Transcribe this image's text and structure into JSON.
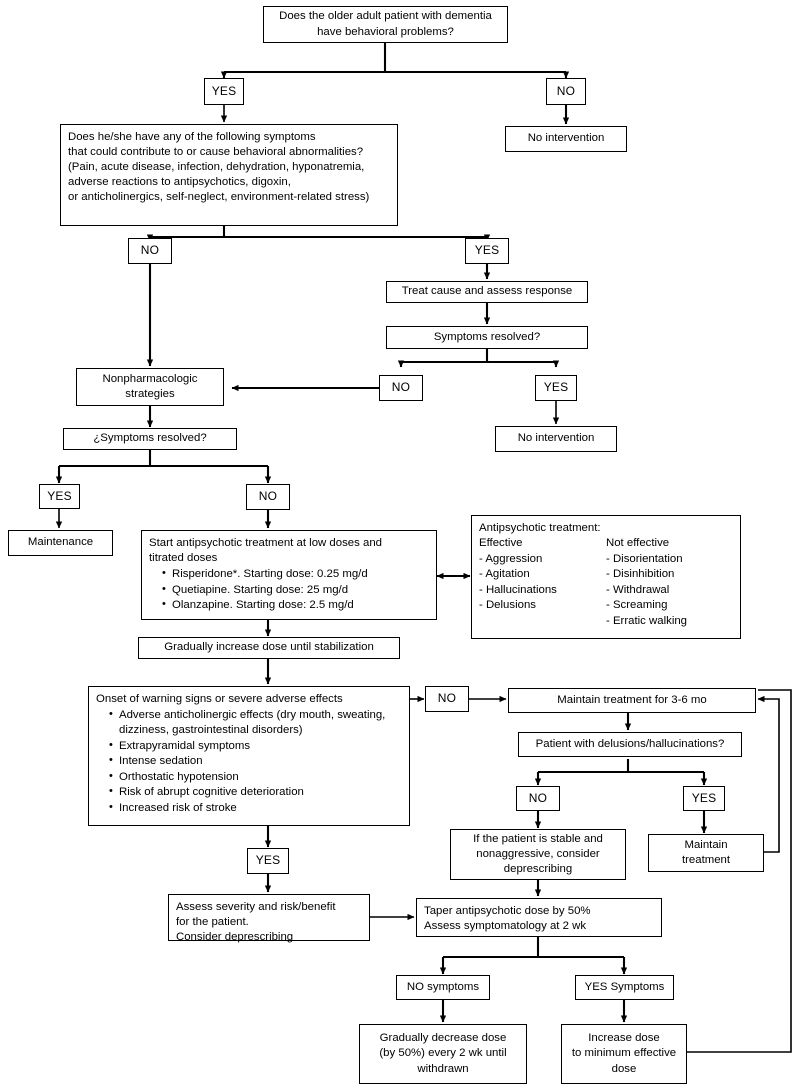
{
  "title": "Management algorithm for behavioral problems in older adults with dementia",
  "colors": {
    "line": "#000000",
    "box_border": "#000000",
    "background": "#ffffff",
    "text": "#000000"
  },
  "nodes": {
    "start_question": "Does the older adult patient with dementia\nhave behavioral problems?",
    "yes_1": "YES",
    "no_1": "NO",
    "no_intervention_1": "No intervention",
    "symptoms_question": {
      "l1": "Does he/she have any of the following symptoms",
      "l2": "that could contribute to or cause behavioral abnormalities?",
      "l3": "(Pain, acute disease, infection, dehydration, hyponatremia,",
      "l4": "adverse reactions to antipsychotics, digoxin,",
      "l5": "or anticholinergics, self-neglect, environment-related stress)"
    },
    "no_2": "NO",
    "yes_2": "YES",
    "treat_cause": "Treat cause and assess response",
    "symptoms_resolved_1": "Symptoms resolved?",
    "no_3": "NO",
    "yes_3": "YES",
    "no_intervention_2": "No intervention",
    "nonpharmacologic": "Nonpharmacologic\nstrategies",
    "symptoms_resolved_2": "¿Symptoms resolved?",
    "yes_4": "YES",
    "no_4": "NO",
    "maintenance": "Maintenance",
    "start_antipsychotic": {
      "l1": "Start antipsychotic treatment at low doses and",
      "l2": "titrated doses",
      "bullets": [
        "Risperidone*. Starting dose: 0.25 mg/d",
        "Quetiapine. Starting dose: 25 mg/d",
        "Olanzapine. Starting dose: 2.5 mg/d"
      ]
    },
    "antipsychotic_info": {
      "header": "Antipsychotic treatment:",
      "col1_header": "Effective",
      "col2_header": "Not effective",
      "col1": [
        "- Aggression",
        "- Agitation",
        "- Hallucinations",
        "- Delusions"
      ],
      "col2": [
        "- Disorientation",
        "- Disinhibition",
        "- Withdrawal",
        "- Screaming",
        "- Erratic walking"
      ]
    },
    "gradually_increase": "Gradually increase dose until stabilization",
    "warning_signs": {
      "header": "Onset of warning signs or severe adverse effects",
      "bullets": [
        "Adverse anticholinergic effects (dry mouth, sweating, dizziness, gastrointestinal disorders)",
        "Extrapyramidal symptoms",
        "Intense sedation",
        "Orthostatic hypotension",
        "Risk of abrupt cognitive deterioration",
        "Increased risk of stroke"
      ]
    },
    "no_5": "NO",
    "maintain_3_6": "Maintain treatment for 3-6 mo",
    "delusions_question": "Patient with delusions/hallucinations?",
    "no_6": "NO",
    "yes_6": "YES",
    "stable_nonaggressive": "If the patient is stable and\nnonaggressive, consider\ndeprescribing",
    "maintain_treatment": "Maintain\ntreatment",
    "yes_5": "YES",
    "assess_severity": {
      "l1": "Assess severity and risk/benefit",
      "l2": "for the patient.",
      "l3": "Consider deprescribing"
    },
    "taper": {
      "l1": "Taper antipsychotic dose by 50%",
      "l2": "Assess symptomatology at 2 wk"
    },
    "no_symptoms": "NO symptoms",
    "yes_symptoms": "YES Symptoms",
    "gradually_decrease": "Gradually decrease dose\n(by 50%) every 2 wk until\nwithdrawn",
    "increase_dose": "Increase dose\nto minimum effective\ndose"
  }
}
